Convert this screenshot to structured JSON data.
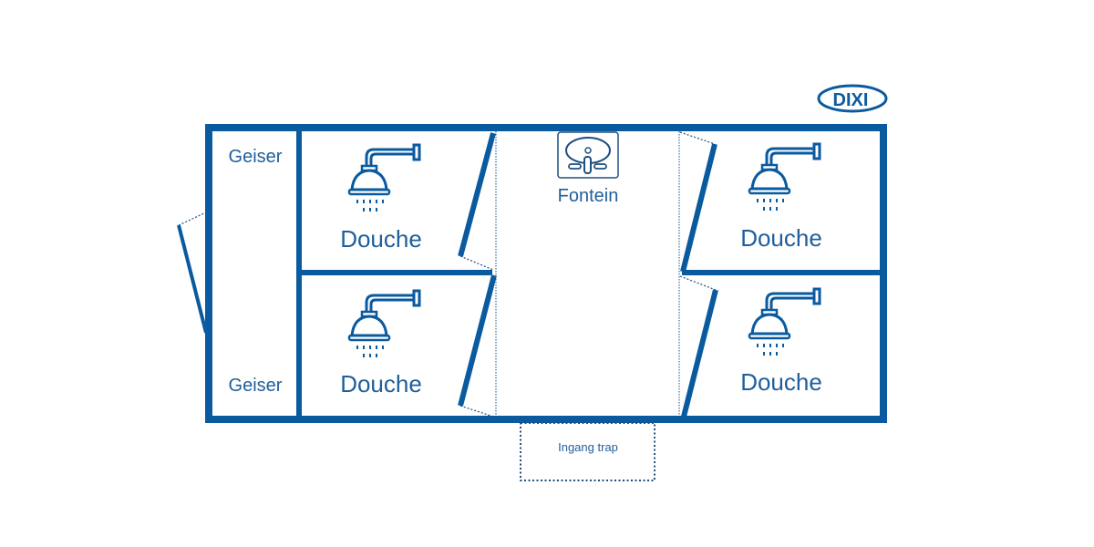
{
  "brand": {
    "logo_text": "DIXI",
    "color": "#0a5aa0"
  },
  "colors": {
    "wall": "#0a5aa0",
    "label": "#1f5f9a",
    "dotted": "#1f4f80"
  },
  "rooms": {
    "geiser_top": "Geiser",
    "geiser_bottom": "Geiser",
    "shower_top_left": "Douche",
    "shower_bottom_left": "Douche",
    "shower_top_right": "Douche",
    "shower_bottom_right": "Douche",
    "fountain": "Fontein",
    "entrance": "Ingang trap"
  },
  "icons": {
    "shower": "shower-head-icon",
    "sink": "sink-icon",
    "logo": "dixi-logo"
  }
}
